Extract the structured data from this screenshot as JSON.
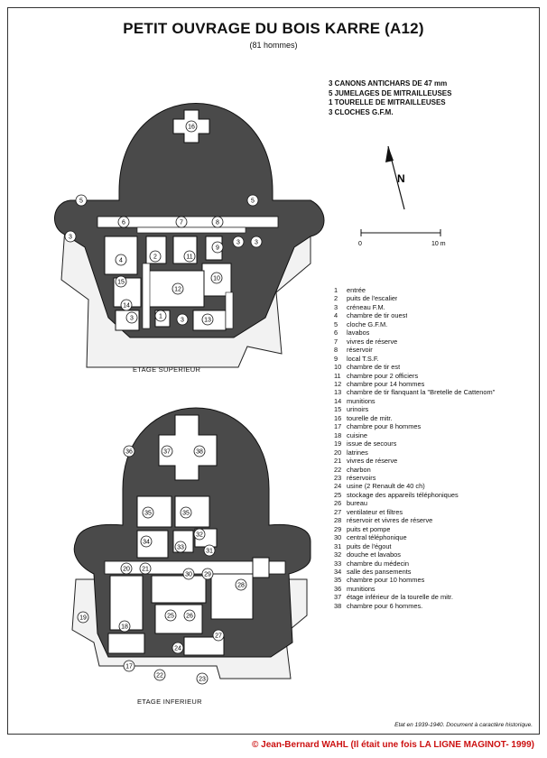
{
  "title": "PETIT OUVRAGE DU BOIS KARRE (A12)",
  "subtitle": "(81 hommes)",
  "armament": [
    "3 CANONS ANTICHARS DE 47 mm",
    "5 JUMELAGES DE MITRAILLEUSES",
    "1 TOURELLE DE MITRAILLEUSES",
    "3 CLOCHES G.F.M."
  ],
  "north_label": "N",
  "scale": {
    "start": "0",
    "end": "10 m"
  },
  "floors": {
    "upper": "ETAGE SUPERIEUR",
    "lower": "ETAGE INFERIEUR"
  },
  "upper_labels": [
    "16",
    "5",
    "6",
    "7",
    "8",
    "5",
    "3",
    "2",
    "11",
    "9",
    "3",
    "4",
    "10",
    "15",
    "12",
    "14",
    "3",
    "1",
    "3",
    "13",
    "3"
  ],
  "lower_labels": [
    "36",
    "37",
    "38",
    "35",
    "35",
    "32",
    "34",
    "33",
    "31",
    "20",
    "21",
    "30",
    "29",
    "28",
    "19",
    "18",
    "25",
    "26",
    "27",
    "24",
    "17",
    "22",
    "23"
  ],
  "legend": [
    {
      "n": "1",
      "t": "entrée"
    },
    {
      "n": "2",
      "t": "puits de l'escalier"
    },
    {
      "n": "3",
      "t": "créneau F.M."
    },
    {
      "n": "4",
      "t": "chambre de tir ouest"
    },
    {
      "n": "5",
      "t": "cloche G.F.M."
    },
    {
      "n": "6",
      "t": "lavabos"
    },
    {
      "n": "7",
      "t": "vivres de réserve"
    },
    {
      "n": "8",
      "t": "réservoir"
    },
    {
      "n": "9",
      "t": "local T.S.F."
    },
    {
      "n": "10",
      "t": "chambre de tir est"
    },
    {
      "n": "11",
      "t": "chambre pour 2 officiers"
    },
    {
      "n": "12",
      "t": "chambre pour 14 hommes"
    },
    {
      "n": "13",
      "t": "chambre de tir flanquant la \"Bretelle de Cattenom\""
    },
    {
      "n": "14",
      "t": "munitions"
    },
    {
      "n": "15",
      "t": "urinoirs"
    },
    {
      "n": "16",
      "t": "tourelle de mitr."
    },
    {
      "n": "17",
      "t": "chambre pour 8 hommes"
    },
    {
      "n": "18",
      "t": "cuisine"
    },
    {
      "n": "19",
      "t": "issue de secours"
    },
    {
      "n": "20",
      "t": "latrines"
    },
    {
      "n": "21",
      "t": "vivres de réserve"
    },
    {
      "n": "22",
      "t": "charbon"
    },
    {
      "n": "23",
      "t": "réservoirs"
    },
    {
      "n": "24",
      "t": "usine (2 Renault de 40 ch)"
    },
    {
      "n": "25",
      "t": "stockage des appareils téléphoniques"
    },
    {
      "n": "26",
      "t": "bureau"
    },
    {
      "n": "27",
      "t": "ventilateur et filtres"
    },
    {
      "n": "28",
      "t": "réservoir et vivres de réserve"
    },
    {
      "n": "29",
      "t": "puits et pompe"
    },
    {
      "n": "30",
      "t": "central téléphonique"
    },
    {
      "n": "31",
      "t": "puits de l'égout"
    },
    {
      "n": "32",
      "t": "douche et lavabos"
    },
    {
      "n": "33",
      "t": "chambre du médecin"
    },
    {
      "n": "34",
      "t": "salle des pansements"
    },
    {
      "n": "35",
      "t": "chambre pour 10 hommes"
    },
    {
      "n": "36",
      "t": "munitions"
    },
    {
      "n": "37",
      "t": "étage inférieur de la tourelle de mitr."
    },
    {
      "n": "38",
      "t": "chambre pour 6 hommes."
    }
  ],
  "footnote": "Etat en 1939-1940. Document à caractère historique.",
  "copyright": "© Jean-Bernard WAHL (Il était une fois LA LIGNE MAGINOT- 1999)",
  "colors": {
    "dark_fill": "#4a4a4a",
    "room": "#ffffff",
    "wall": "#111111",
    "copyright": "#cc1111"
  }
}
